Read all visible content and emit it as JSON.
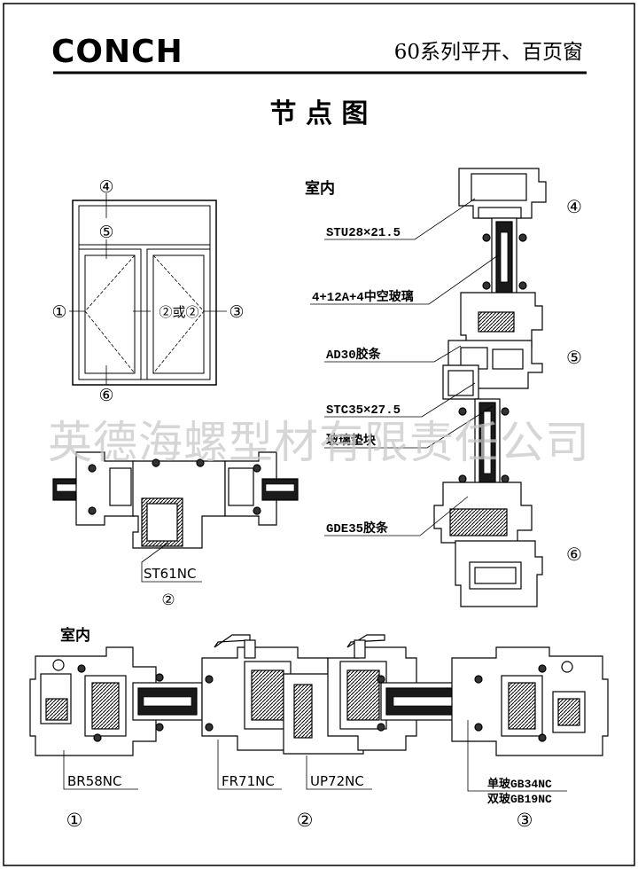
{
  "header": {
    "brand": "CONCH",
    "series_title": "60系列平开、百页窗"
  },
  "page_title": "节 点 图",
  "watermark": "英德海螺型材有限责任公司",
  "elevation": {
    "markers": [
      "④",
      "⑤",
      "①",
      "②或②",
      "③",
      "⑥"
    ]
  },
  "vertical_section": {
    "indoor_label": "室内",
    "callouts": [
      "STU28×21.5",
      "4+12A+4中空玻璃",
      "AD30胶条",
      "STC35×27.5",
      "玻璃垫块",
      "GDE35胶条"
    ],
    "markers": [
      "④",
      "⑤",
      "⑥"
    ]
  },
  "mullion_detail": {
    "profile_label": "ST61NC",
    "marker": "②"
  },
  "horizontal_section": {
    "indoor_label": "室内",
    "profiles": [
      "BR58NC",
      "FR71NC",
      "UP72NC"
    ],
    "glass_note": [
      "单玻GB34NC",
      "双玻GB19NC"
    ],
    "markers": [
      "①",
      "②",
      "③"
    ]
  },
  "colors": {
    "line": "#000000",
    "watermark": "#c8c8c8",
    "glass": "#1a1a1a"
  }
}
